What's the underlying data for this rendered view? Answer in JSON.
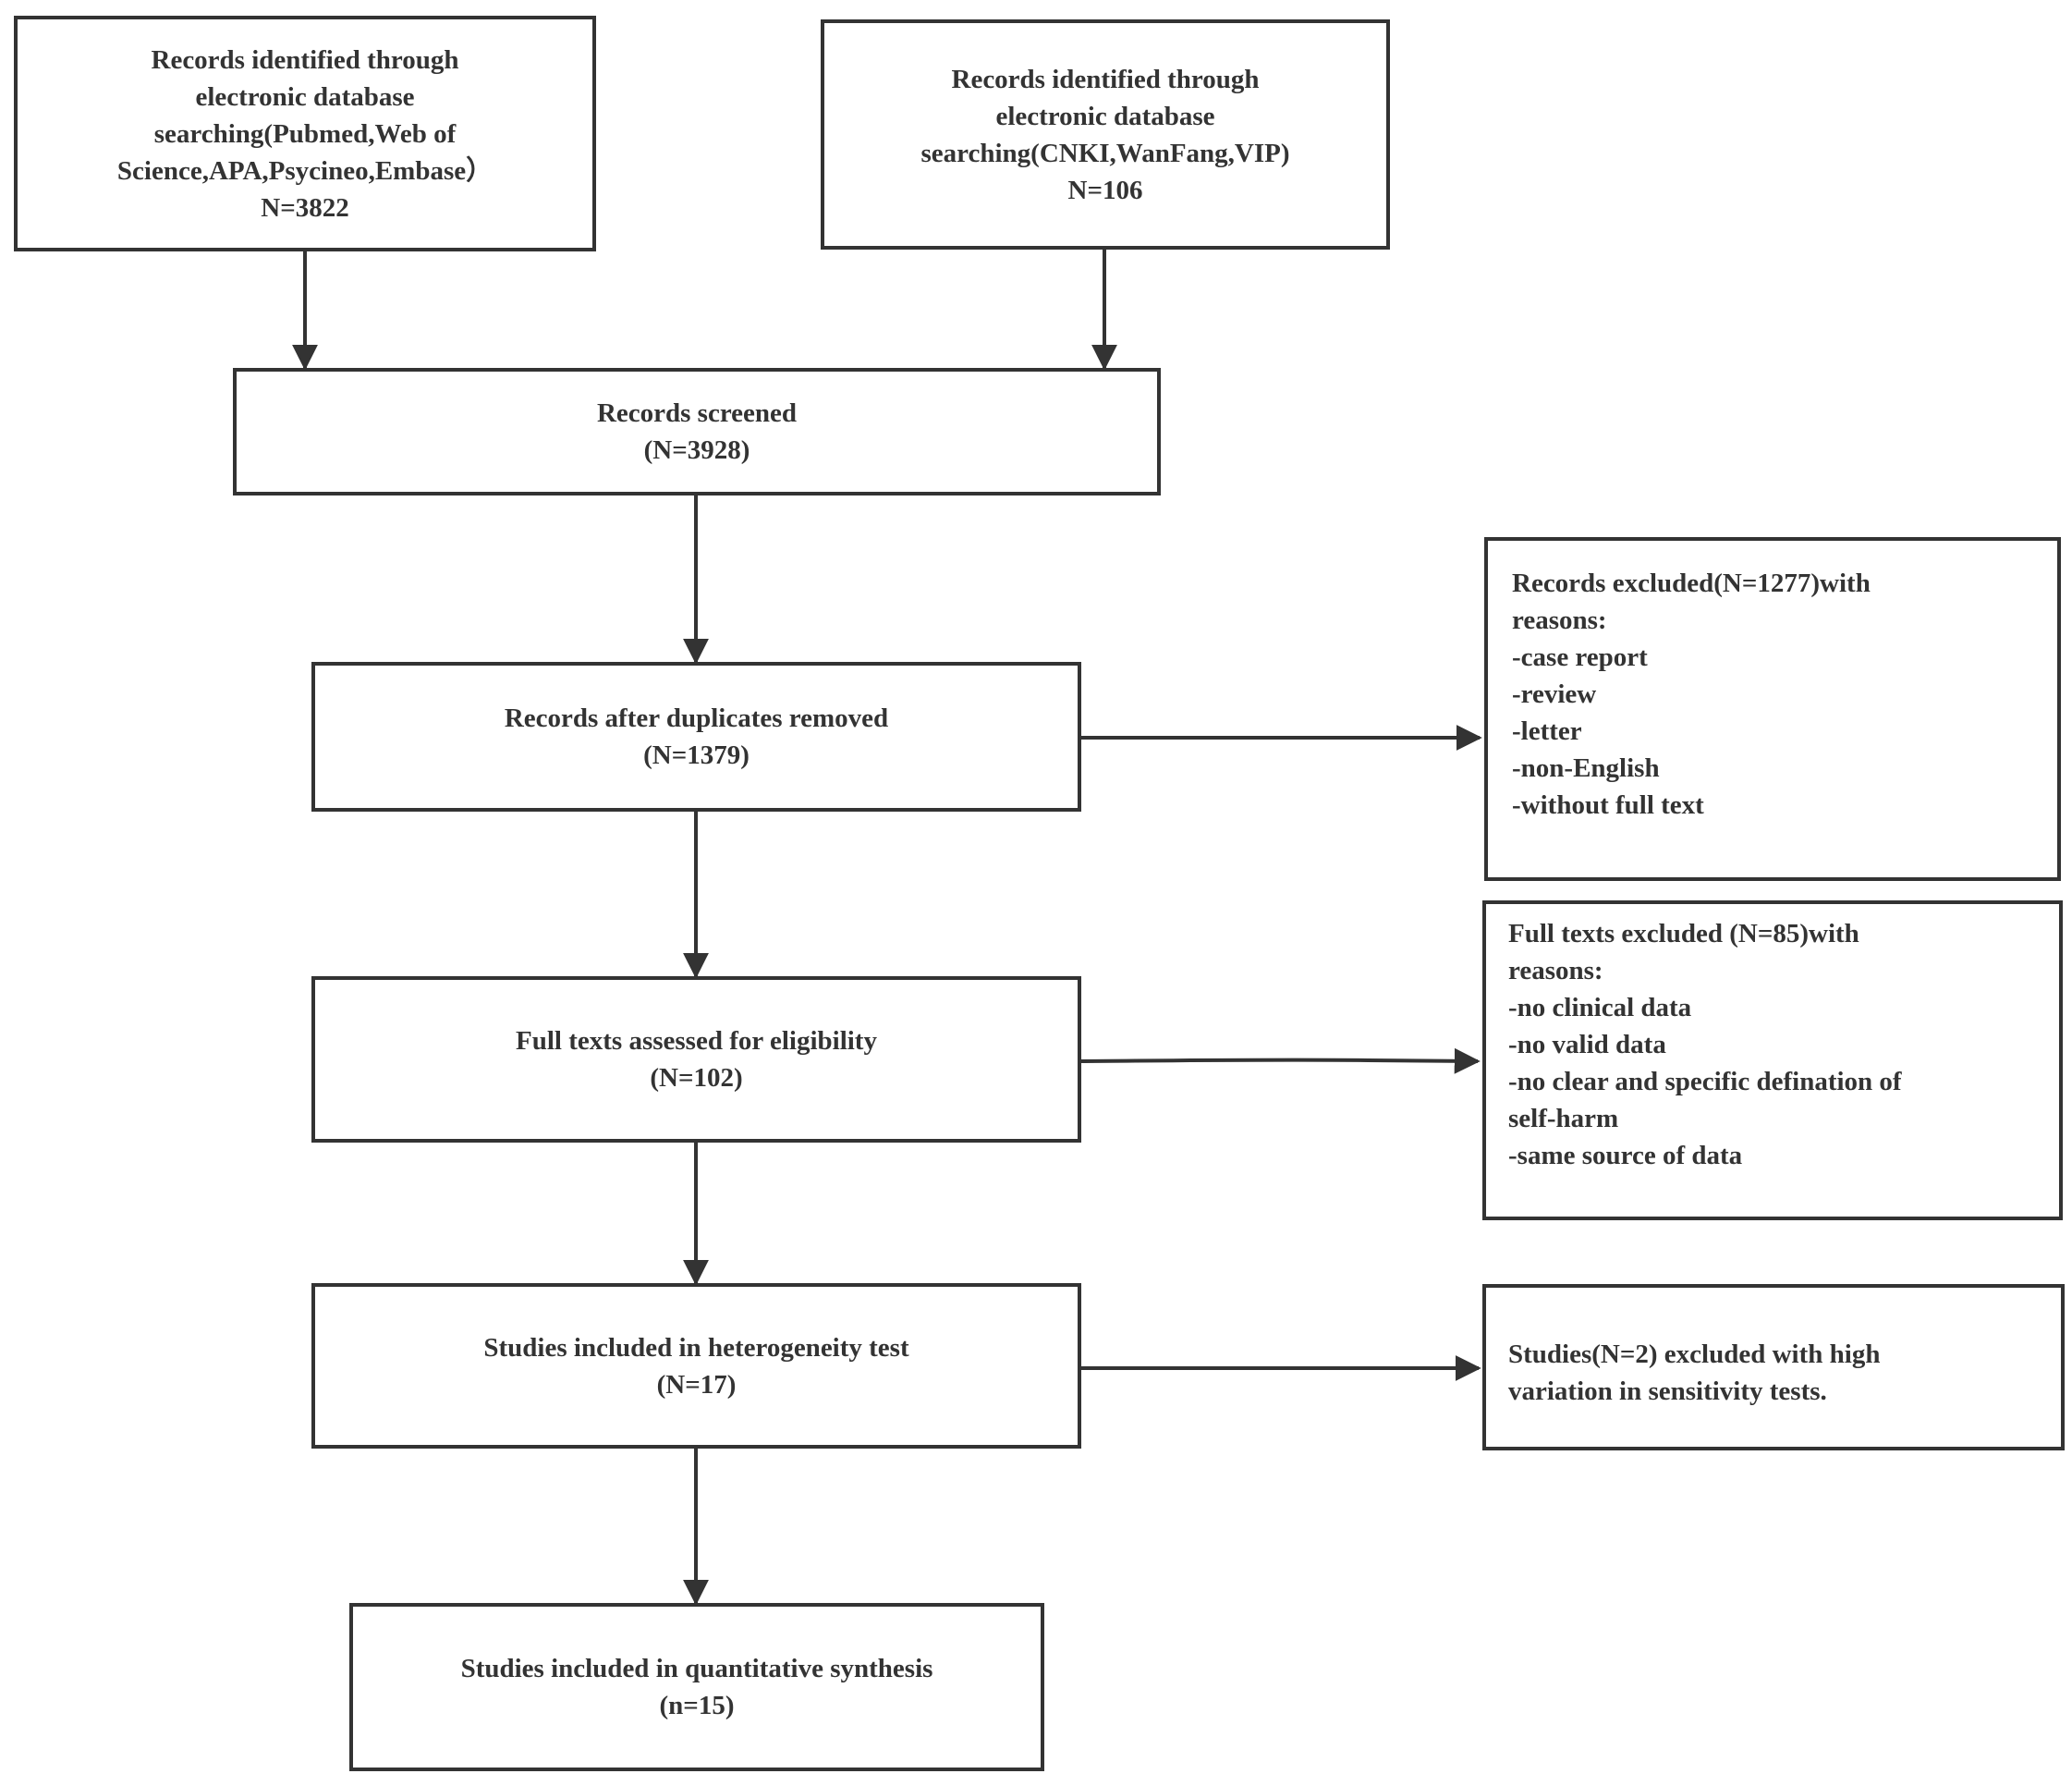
{
  "boxes": {
    "db_english": {
      "lines": [
        "Records identified through",
        "electronic database",
        "searching(Pubmed,Web of",
        "Science,APA,Psycineo,Embase）",
        "N=3822"
      ]
    },
    "db_chinese": {
      "lines": [
        "Records identified through",
        "electronic database",
        "searching(CNKI,WanFang,VIP)",
        "N=106"
      ]
    },
    "screened": {
      "lines": [
        "Records screened",
        "(N=3928)"
      ]
    },
    "dedup": {
      "lines": [
        "Records after duplicates removed",
        "(N=1379)"
      ]
    },
    "excluded_records": {
      "lines": [
        "Records excluded(N=1277)with",
        "reasons:",
        "-case report",
        "-review",
        "-letter",
        "-non-English",
        "-without full text"
      ]
    },
    "fulltext": {
      "lines": [
        "Full texts assessed for eligibility",
        "(N=102)"
      ]
    },
    "excluded_fulltext": {
      "lines": [
        "Full texts excluded (N=85)with",
        "reasons:",
        "-no clinical data",
        "-no valid data",
        "-no clear and specific defination of",
        "self-harm",
        "-same source of data"
      ]
    },
    "heterogeneity": {
      "lines": [
        "Studies included in heterogeneity test",
        "(N=17)"
      ]
    },
    "excluded_sensitivity": {
      "lines": [
        "Studies(N=2) excluded with high",
        "variation in sensitivity tests."
      ]
    },
    "quantitative": {
      "lines": [
        "Studies included in quantitative synthesis",
        "(n=15)"
      ]
    }
  },
  "colors": {
    "stroke": "#333333",
    "background": "#ffffff"
  }
}
